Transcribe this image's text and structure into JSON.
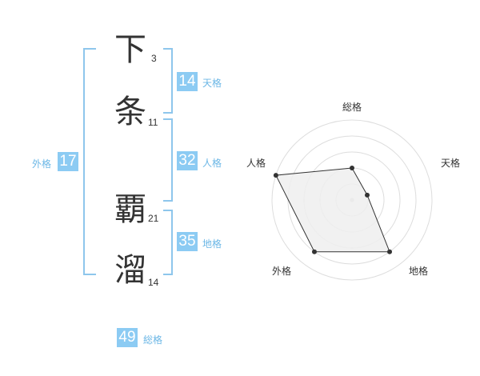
{
  "name_chars": [
    {
      "char": "下",
      "strokes": "3"
    },
    {
      "char": "条",
      "strokes": "11"
    },
    {
      "char": "覇",
      "strokes": "21"
    },
    {
      "char": "溜",
      "strokes": "14"
    }
  ],
  "kaku": {
    "tenkaku": {
      "value": "14",
      "label": "天格"
    },
    "jinkaku": {
      "value": "32",
      "label": "人格"
    },
    "chikaku": {
      "value": "35",
      "label": "地格"
    },
    "gaikaku": {
      "value": "17",
      "label": "外格"
    },
    "soukaku": {
      "value": "49",
      "label": "総格"
    }
  },
  "colors": {
    "accent": "#8ccbf3",
    "bracket": "#8ec6ec",
    "label": "#6cb7e6",
    "text": "#333333"
  },
  "chart_data": {
    "type": "radar",
    "axes": [
      "総格",
      "天格",
      "地格",
      "外格",
      "人格"
    ],
    "values": [
      2,
      1,
      4,
      4,
      5
    ],
    "rmax": 5,
    "rings": 5
  }
}
